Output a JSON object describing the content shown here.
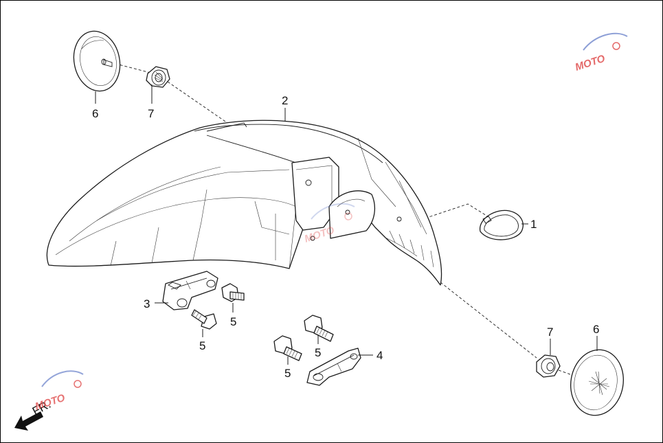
{
  "diagram": {
    "callouts": {
      "item_1": "1",
      "item_2": "2",
      "item_3": "3",
      "item_4": "4",
      "item_5a": "5",
      "item_5b": "5",
      "item_5c": "5",
      "item_5d": "5",
      "item_6_top": "6",
      "item_6_bottom": "6",
      "item_7_top": "7",
      "item_7_bottom": "7"
    },
    "front_indicator": "FR.",
    "watermark": {
      "text": "MOTO",
      "color": "#e05050",
      "accent": "#7a8fd0"
    }
  }
}
